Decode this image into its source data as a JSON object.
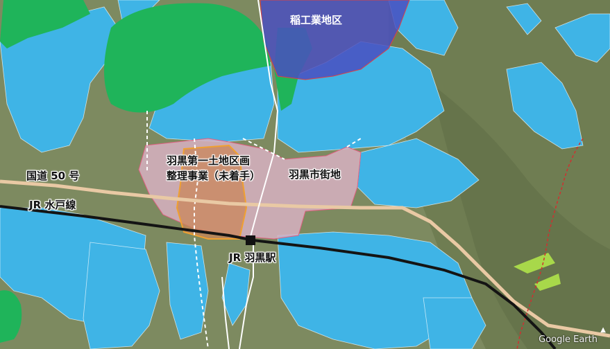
{
  "labels": {
    "industrial": "稲工業地区",
    "project_line1": "羽黒第一土地区画",
    "project_line2": "整理事業（未着手）",
    "town_area": "羽黒市街地",
    "route": "国道 50 号",
    "railway": "JR 水戸線",
    "station": "JR 羽黒駅"
  },
  "attribution": "Google Earth",
  "colors": {
    "background": "#7f8a62",
    "farmland": "#3fb4e6",
    "forest": "#1fb45a",
    "industrial": "#4a4fc0",
    "town": "#d7b0c2",
    "project": "#c9855a",
    "project_border": "#f0a030",
    "road": "#e9c9a4",
    "rail": "#141414"
  }
}
